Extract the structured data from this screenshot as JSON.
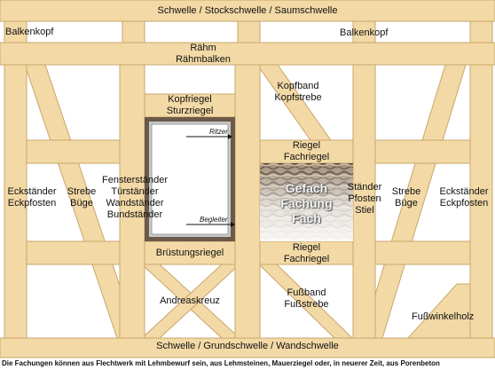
{
  "labels": {
    "schwelle_top": "Schwelle / Stockschwelle / Saumschwelle",
    "balkenkopf_left": "Balkenkopf",
    "balkenkopf_right": "Balkenkopf",
    "raehm_1": "Rähm",
    "raehm_2": "Rähmbalken",
    "kopfriegel_1": "Kopfriegel",
    "kopfriegel_2": "Sturzriegel",
    "kopfband_1": "Kopfband",
    "kopfband_2": "Kopfstrebe",
    "riegel_top_1": "Riegel",
    "riegel_top_2": "Fachriegel",
    "eckstaender_left_1": "Eckständer",
    "eckstaender_left_2": "Eckpfosten",
    "strebe_left_1": "Strebe",
    "strebe_left_2": "Büge",
    "fenster_1": "Fensterständer",
    "fenster_2": "Türständer",
    "fenster_3": "Wandständer",
    "fenster_4": "Bundständer",
    "staender_1": "Ständer",
    "staender_2": "Pfosten",
    "staender_3": "Stiel",
    "strebe_right_1": "Strebe",
    "strebe_right_2": "Büge",
    "eckstaender_right_1": "Eckständer",
    "eckstaender_right_2": "Eckpfosten",
    "ritzer": "Ritzer",
    "begleiter": "Begleiter",
    "gefach_1": "Gefach",
    "gefach_2": "Fachung",
    "gefach_3": "Fach",
    "bruestung": "Brüstungsriegel",
    "riegel_bottom_1": "Riegel",
    "riegel_bottom_2": "Fachriegel",
    "andreaskreuz": "Andreaskreuz",
    "fussband_1": "Fußband",
    "fussband_2": "Fußstrebe",
    "fusswinkelholz": "Fußwinkelholz",
    "schwelle_bottom": "Schwelle / Grundschwelle / Wandschwelle"
  },
  "caption": "Die Fachungen können aus Flechtwerk mit Lehmbewurf sein, aus Lehmsteinen, Mauerziegel oder, in neuerer Zeit, aus Porenbeton",
  "colors": {
    "timber_fill": "#f2d9a6",
    "timber_stroke": "#c9a66b",
    "window_frame": "#6b5a4a",
    "wattle_dark": "#4a3828",
    "wattle_light": "#c8b49a"
  }
}
